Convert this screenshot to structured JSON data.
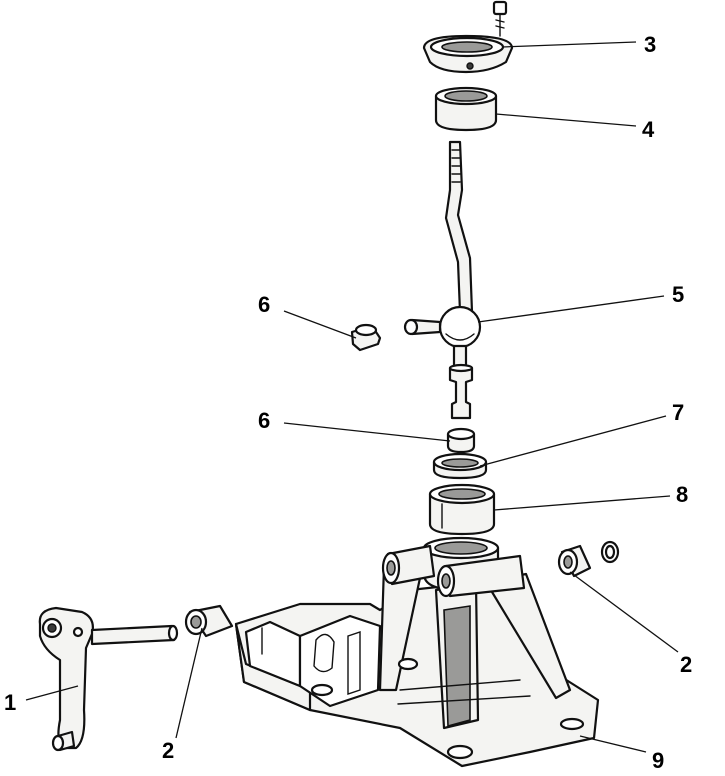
{
  "callouts": [
    {
      "id": "c1",
      "text": "1"
    },
    {
      "id": "c2a",
      "text": "2"
    },
    {
      "id": "c2b",
      "text": "2"
    },
    {
      "id": "c3",
      "text": "3"
    },
    {
      "id": "c4",
      "text": "4"
    },
    {
      "id": "c5",
      "text": "5"
    },
    {
      "id": "c6a",
      "text": "6"
    },
    {
      "id": "c6b",
      "text": "6"
    },
    {
      "id": "c7",
      "text": "7"
    },
    {
      "id": "c8",
      "text": "8"
    },
    {
      "id": "c9",
      "text": "9"
    }
  ]
}
